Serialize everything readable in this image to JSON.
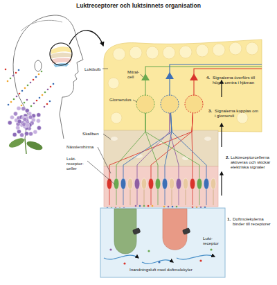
{
  "diagram": {
    "title": "Luktreceptorer och luktsinnets organisation",
    "nodes": [
      {
        "text": [
          "Lukt- receptor",
          "Inandningsluft med doftmolekyler"
        ]
      }
    ],
    "labels": [
      "Luktbulb",
      "Mitral- cell",
      "Glomerulus",
      "Skallben",
      "Nässlemhinna",
      "Lukt- receptor- celler",
      "4.",
      "Signalerna överförs till högre centra i hjärnan",
      "3.",
      "Signalerna kopplas om i glomeruli",
      "2.",
      "Luktreceptorcellerna aktiveras och skickar elektriska signaler",
      "1.",
      "Doftmolekylerna binder till receptorer"
    ]
  }
}
